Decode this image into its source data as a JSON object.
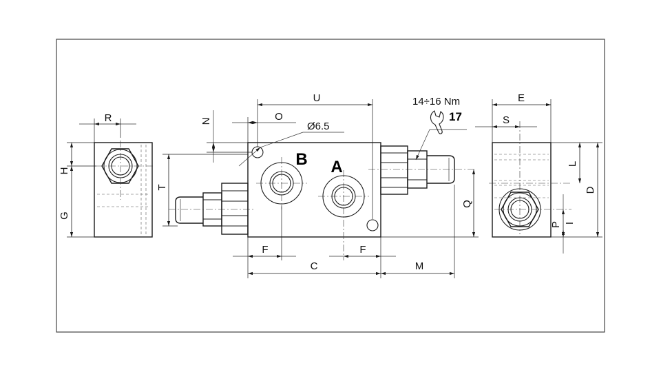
{
  "ports": {
    "a": "A",
    "b": "B"
  },
  "callouts": {
    "hole_diameter": "Ø6.5",
    "torque": "14÷16 Nm",
    "wrench_size": "17"
  },
  "dimensions": {
    "u": "U",
    "o": "O",
    "n": "N",
    "r": "R",
    "h": "H",
    "g": "G",
    "t": "T",
    "f_left": "F",
    "f_right": "F",
    "c": "C",
    "m": "M",
    "q": "Q",
    "e": "E",
    "s": "S",
    "l": "L",
    "d": "D",
    "i": "I",
    "p": "P"
  },
  "icons": {
    "wrench": "wrench-icon"
  }
}
